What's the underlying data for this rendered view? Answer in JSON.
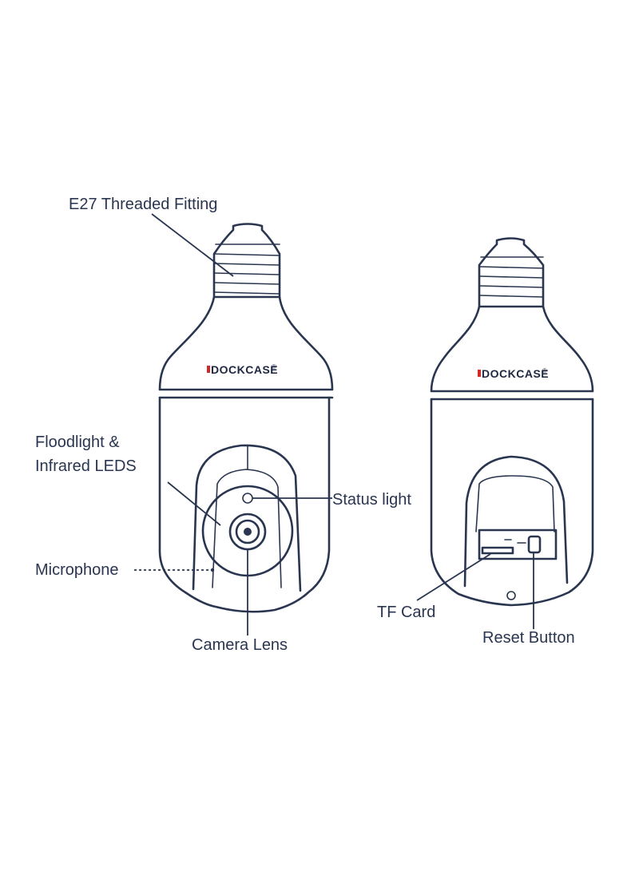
{
  "brand": {
    "name": "DOCKCASE",
    "mark": "®",
    "accent_color": "#d22a2a"
  },
  "labels": {
    "e27_fitting": "E27 Threaded Fitting",
    "floodlight_line1": "Floodlight &",
    "floodlight_line2": "Infrared LEDS",
    "status_light": "Status light",
    "microphone": "Microphone",
    "camera_lens": "Camera Lens",
    "tf_card": "TF Card",
    "reset_button": "Reset Button"
  },
  "line_color": "#2a3550"
}
